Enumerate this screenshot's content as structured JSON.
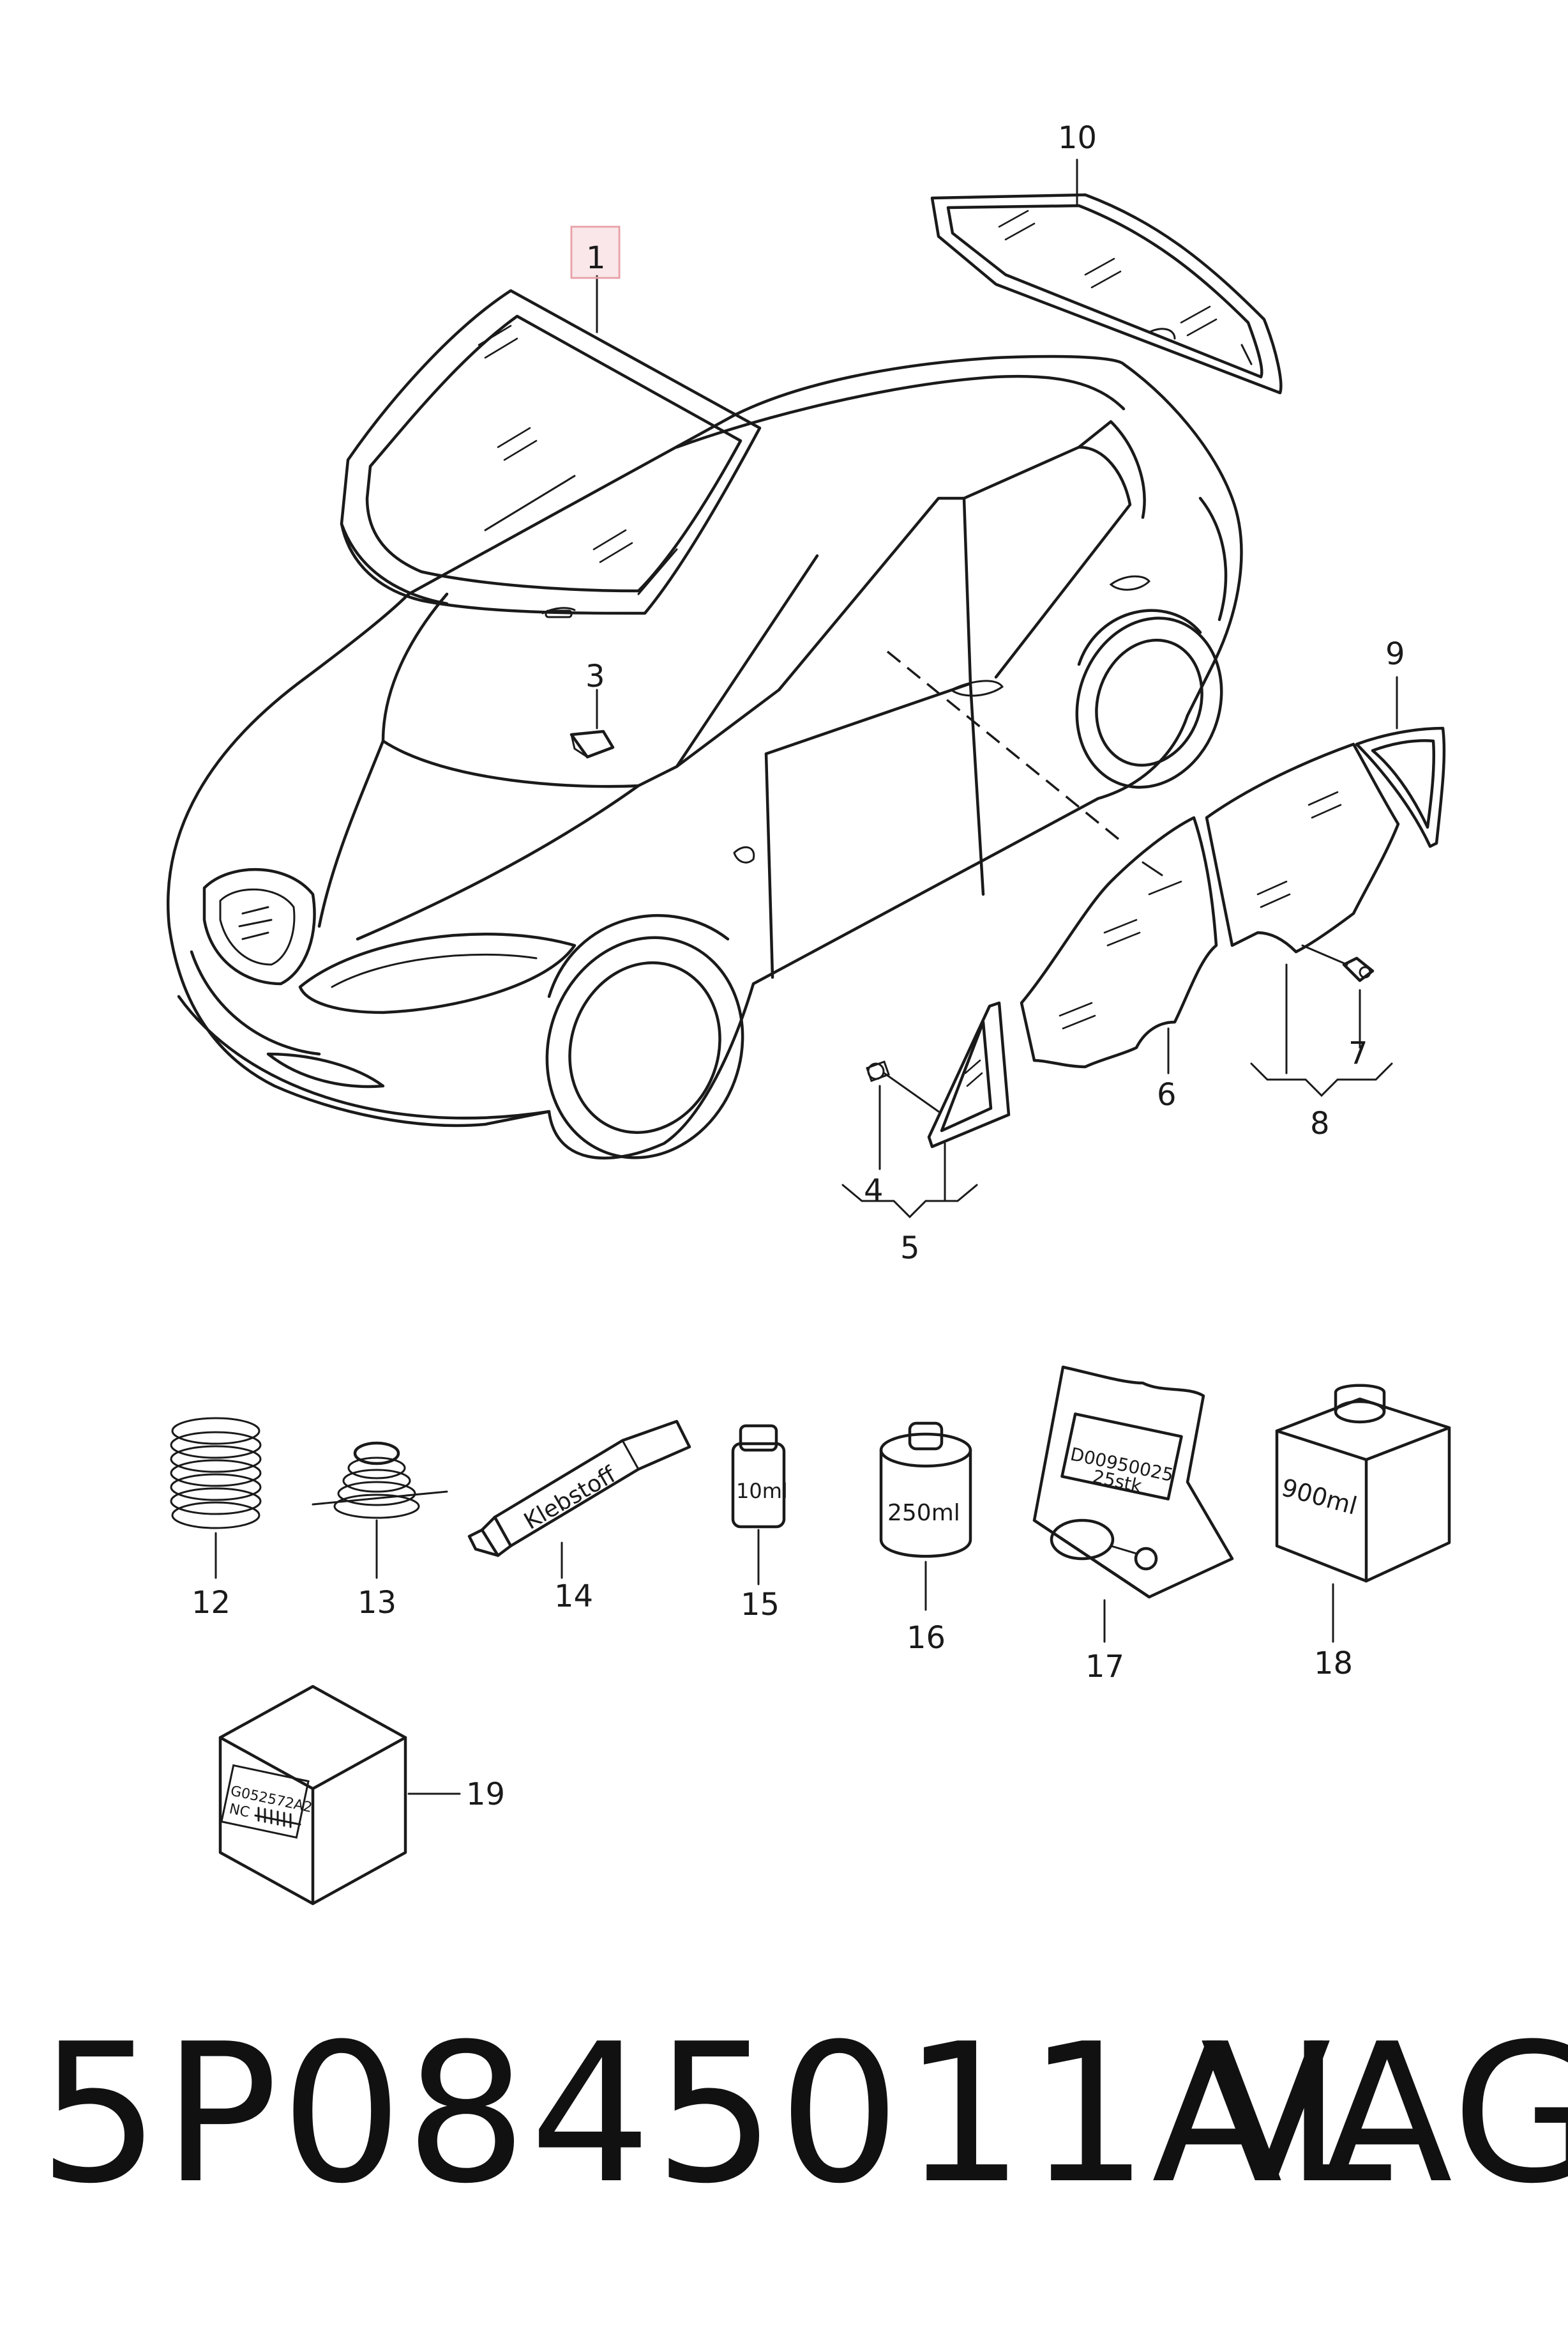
{
  "callouts": [
    {
      "id": "c1",
      "label": "1",
      "highlighted": true
    },
    {
      "id": "c3",
      "label": "3"
    },
    {
      "id": "c4",
      "label": "4"
    },
    {
      "id": "c5",
      "label": "5"
    },
    {
      "id": "c6",
      "label": "6"
    },
    {
      "id": "c7",
      "label": "7"
    },
    {
      "id": "c8",
      "label": "8"
    },
    {
      "id": "c9",
      "label": "9"
    },
    {
      "id": "c10",
      "label": "10"
    },
    {
      "id": "c12",
      "label": "12"
    },
    {
      "id": "c13",
      "label": "13"
    },
    {
      "id": "c14",
      "label": "14"
    },
    {
      "id": "c15",
      "label": "15"
    },
    {
      "id": "c16",
      "label": "16"
    },
    {
      "id": "c17",
      "label": "17"
    },
    {
      "id": "c18",
      "label": "18"
    },
    {
      "id": "c19",
      "label": "19"
    }
  ],
  "package_labels": {
    "tube": "Klebstoff",
    "vial": "10ml",
    "can": "250ml",
    "bag_line1": "D00950025",
    "bag_line2": "25stk",
    "box": "900ml",
    "cube_line1": "G052572A2",
    "cube_line2": "NC"
  },
  "highlight_color": "#e8a0a8",
  "footer": {
    "part_number": "5P0845011AL",
    "brand": "VAG"
  }
}
